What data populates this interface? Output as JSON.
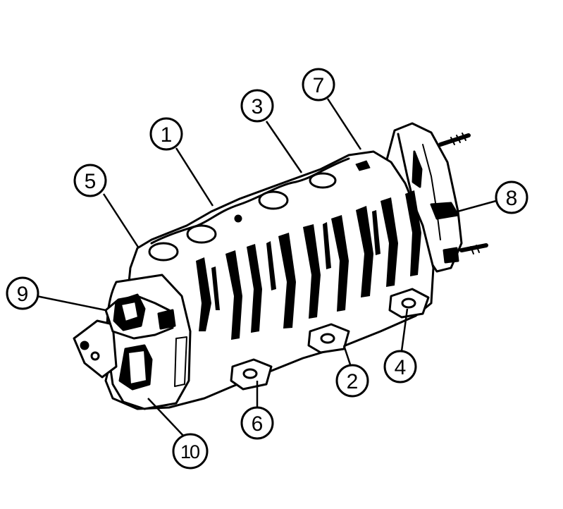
{
  "callouts": [
    {
      "id": "1",
      "label": "1"
    },
    {
      "id": "2",
      "label": "2"
    },
    {
      "id": "3",
      "label": "3"
    },
    {
      "id": "4",
      "label": "4"
    },
    {
      "id": "5",
      "label": "5"
    },
    {
      "id": "6",
      "label": "6"
    },
    {
      "id": "7",
      "label": "7"
    },
    {
      "id": "8",
      "label": "8"
    },
    {
      "id": "9",
      "label": "9"
    },
    {
      "id": "10",
      "label": "10"
    }
  ],
  "colors": {
    "line": "#000000",
    "body": "#ffffff",
    "shade": "#1a1a1a"
  }
}
